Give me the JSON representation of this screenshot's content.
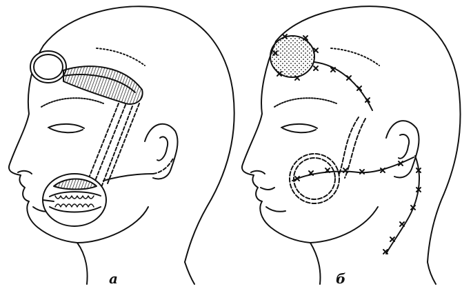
{
  "figure": {
    "panels": [
      {
        "id": "a",
        "label": "а"
      },
      {
        "id": "b",
        "label": "б"
      }
    ],
    "colors": {
      "ink": "#111111",
      "paper": "#ffffff"
    }
  }
}
